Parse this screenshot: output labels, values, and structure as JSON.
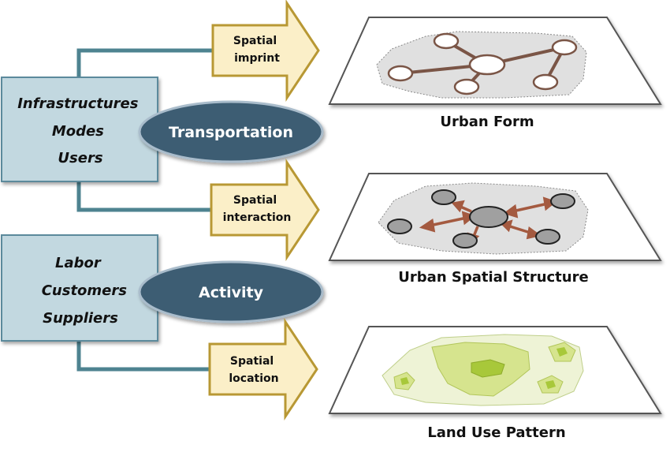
{
  "left_boxes": [
    {
      "lines": [
        "Infrastructures",
        "Modes",
        "Users"
      ]
    },
    {
      "lines": [
        "Labor",
        "Customers",
        "Suppliers"
      ]
    }
  ],
  "ovals": [
    {
      "label": "Transportation"
    },
    {
      "label": "Activity"
    }
  ],
  "arrows": [
    {
      "lines": [
        "Spatial",
        "imprint"
      ]
    },
    {
      "lines": [
        "Spatial",
        "interaction"
      ]
    },
    {
      "lines": [
        "Spatial",
        "location"
      ]
    }
  ],
  "panels": [
    {
      "caption": "Urban Form"
    },
    {
      "caption": "Urban Spatial Structure"
    },
    {
      "caption": "Land Use Pattern"
    }
  ],
  "colors": {
    "box_fill": "#c2d8e0",
    "box_stroke": "#5b8a9c",
    "connector": "#4e8390",
    "oval_fill": "#3e5d73",
    "arrow_fill": "#fbefc8",
    "arrow_stroke": "#b89834",
    "node_link": "#7a5546",
    "interaction_arrow": "#a45a40",
    "landuse_outer": "#eef3d6",
    "landuse_mid": "#d6e48e",
    "landuse_inner": "#a8c83a"
  }
}
